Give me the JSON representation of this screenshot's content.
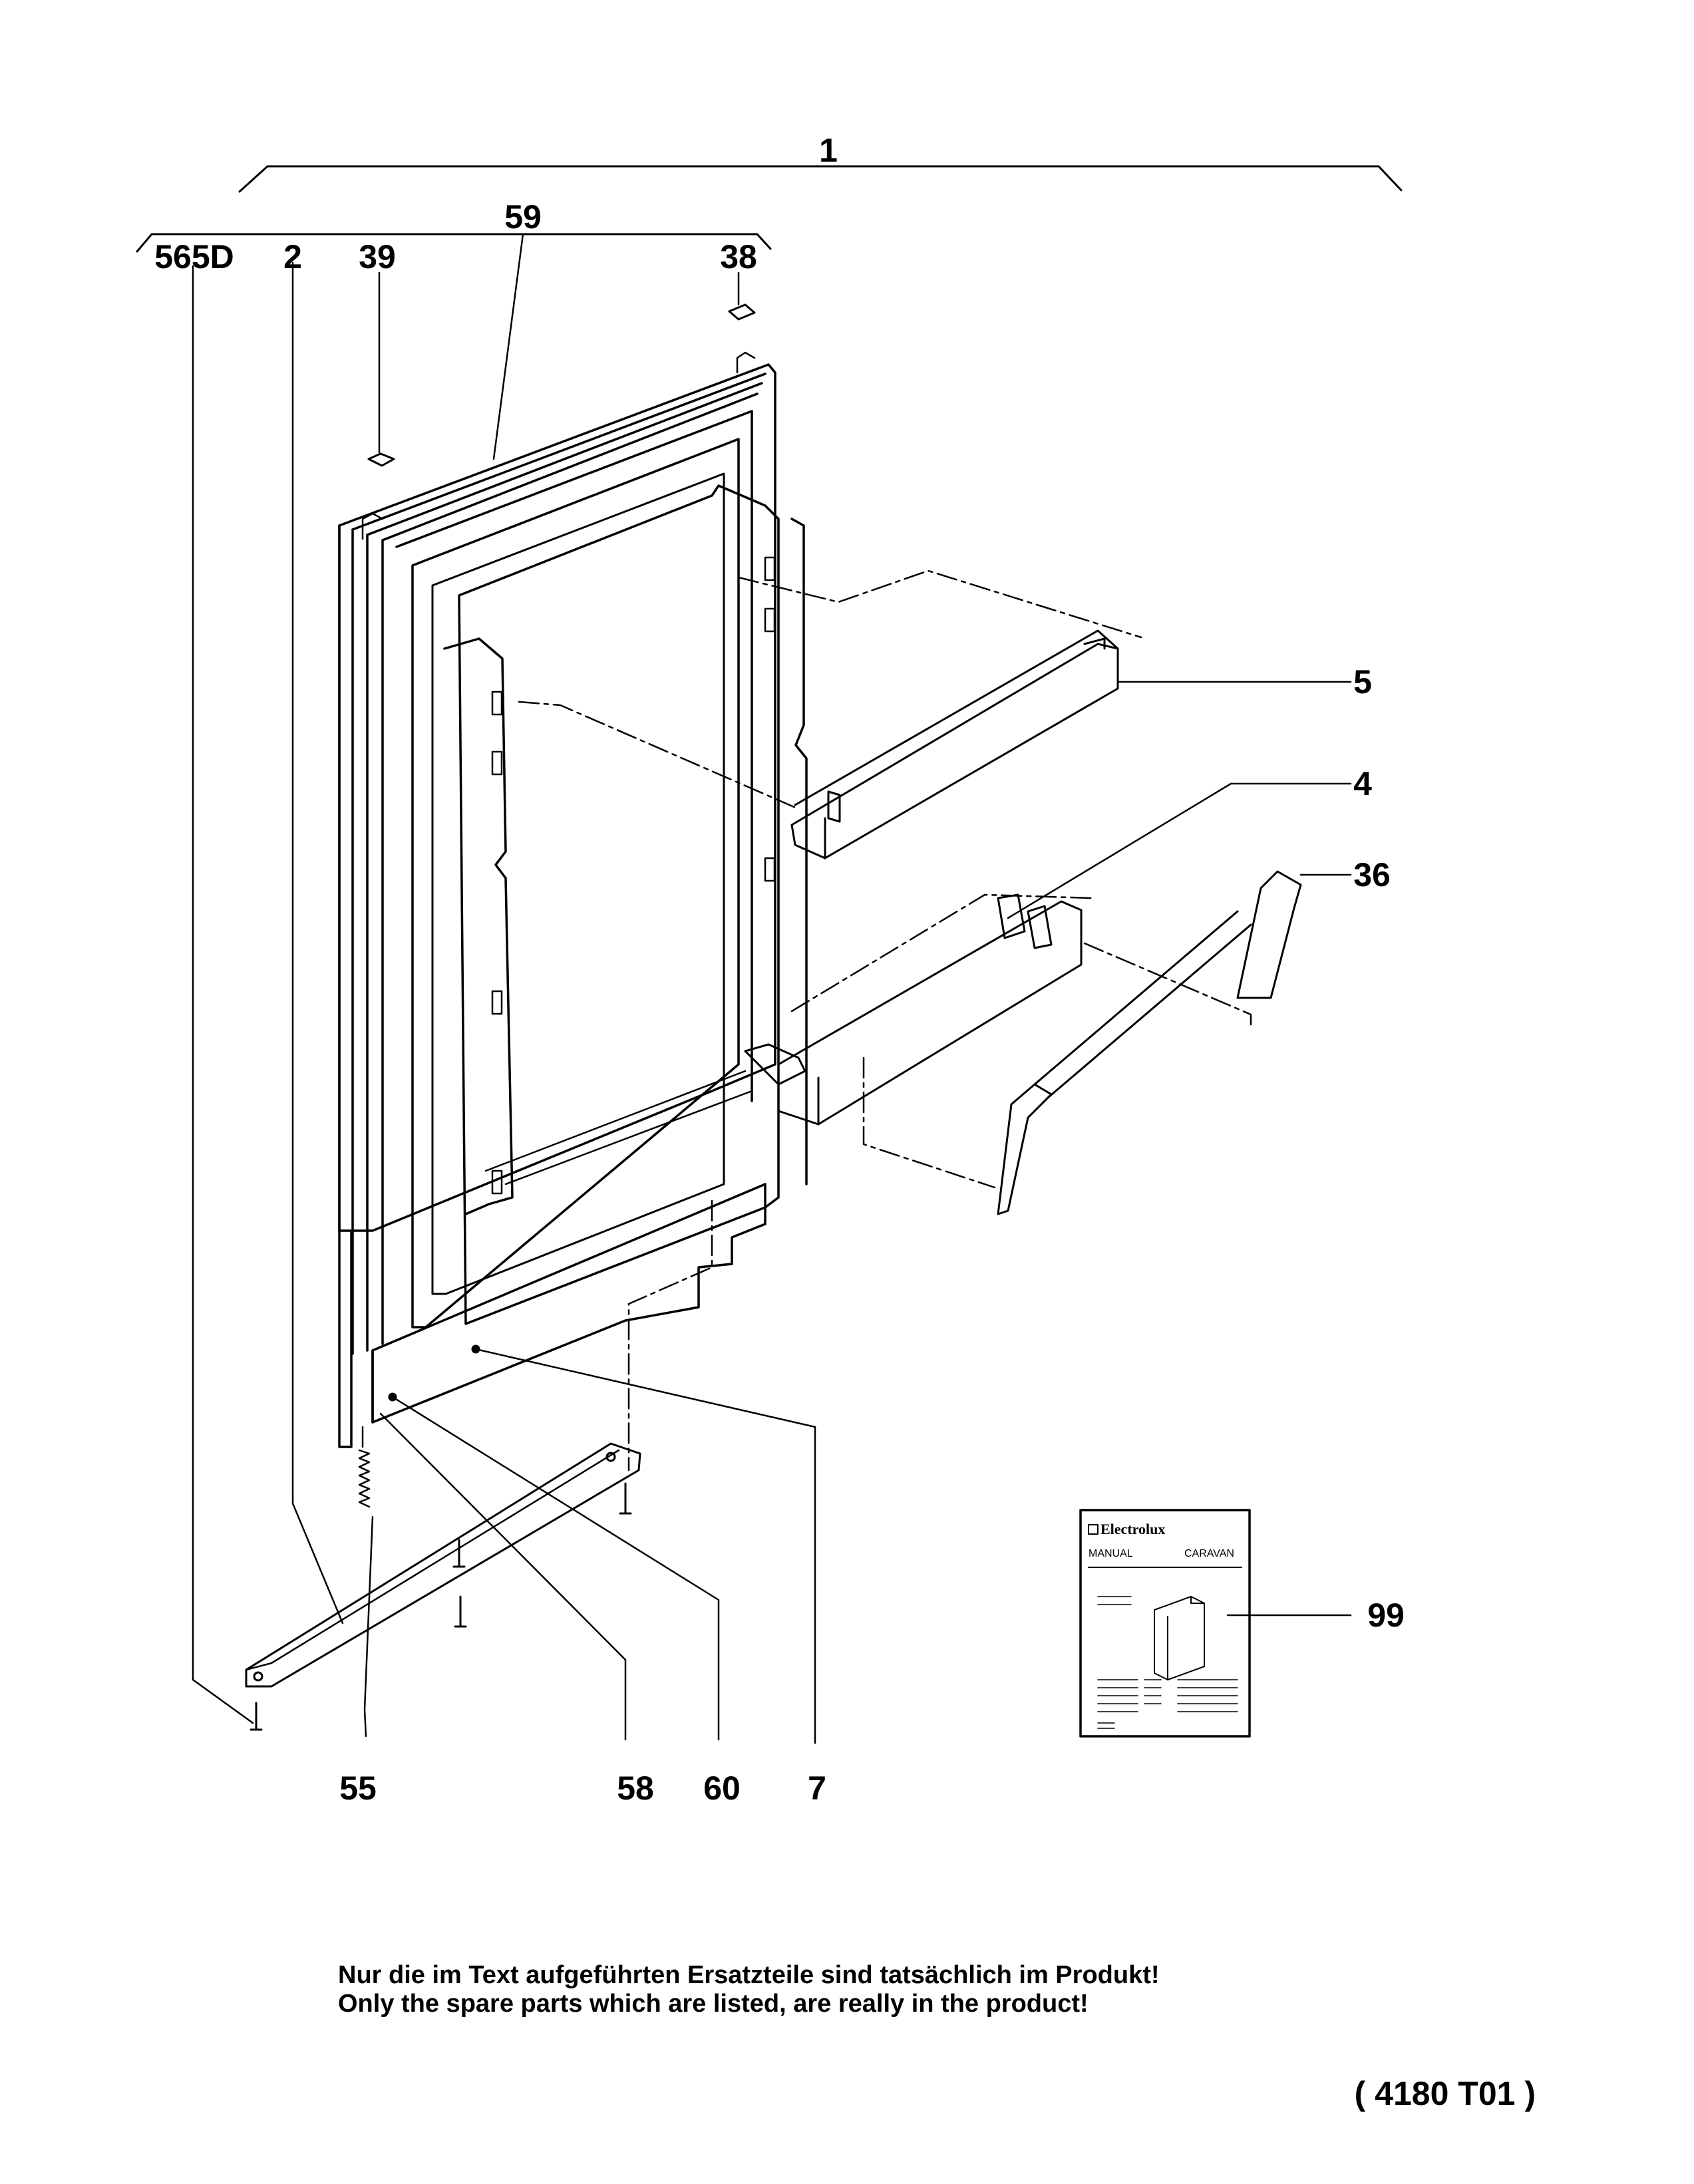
{
  "callouts": {
    "n1": "1",
    "n59": "59",
    "n565D": "565D",
    "n2": "2",
    "n39": "39",
    "n38": "38",
    "n5": "5",
    "n4": "4",
    "n36": "36",
    "n99": "99",
    "n55": "55",
    "n58": "58",
    "n60": "60",
    "n7": "7"
  },
  "manual": {
    "brand": "Electrolux",
    "left_label": "MANUAL",
    "right_label": "CARAVAN"
  },
  "notes": {
    "german": "Nur die im Text aufgeführten Ersatzteile sind tatsächlich im Produkt!",
    "english": "Only the spare parts which are listed, are really in the product!"
  },
  "reference": "( 4180  T01 )"
}
